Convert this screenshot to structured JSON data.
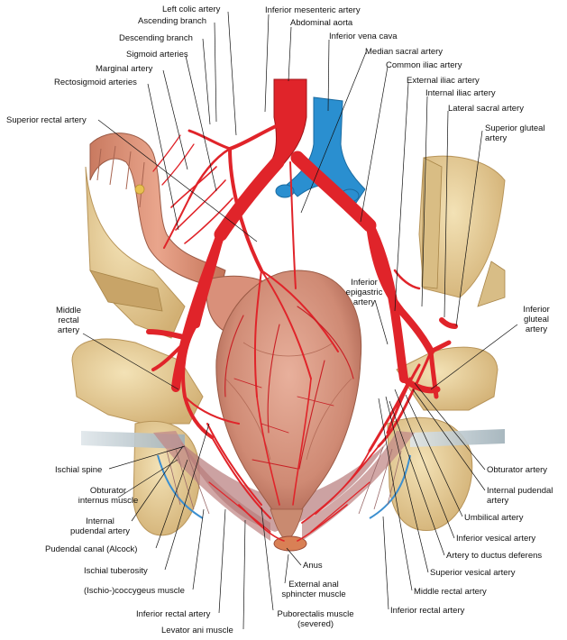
{
  "labels": {
    "left_colic_artery": "Left colic artery",
    "ascending_branch": "Ascending branch",
    "descending_branch": "Descending branch",
    "sigmoid_arteries": "Sigmoid arteries",
    "marginal_artery": "Marginal artery",
    "rectosigmoid_arteries": "Rectosigmoid arteries",
    "superior_rectal_artery": "Superior rectal artery",
    "inferior_mesenteric_artery": "Inferior mesenteric artery",
    "abdominal_aorta": "Abdominal aorta",
    "inferior_vena_cava": "Inferior vena cava",
    "median_sacral_artery": "Median sacral artery",
    "common_iliac_artery": "Common iliac artery",
    "external_iliac_artery": "External iliac artery",
    "internal_iliac_artery": "Internal iliac artery",
    "lateral_sacral_artery": "Lateral sacral artery",
    "superior_gluteal_artery": "Superior gluteal\nartery",
    "inferior_epigastric_artery": "Inferior\nepigastric\nartery",
    "middle_rectal_artery_left": "Middle\nrectal\nartery",
    "inferior_gluteal_artery": "Inferior\ngluteal\nartery",
    "ischial_spine": "Ischial spine",
    "obturator_internus_muscle": "Obturator\ninternus muscle",
    "internal_pudendal_artery_left": "Internal\npudendal artery",
    "pudendal_canal": "Pudendal canal (Alcock)",
    "ischial_tuberosity": "Ischial tuberosity",
    "coccygeus_muscle": "(Ischio-)coccygeus muscle",
    "inferior_rectal_artery_left": "Inferior rectal artery",
    "levator_ani_muscle": "Levator ani muscle",
    "anus": "Anus",
    "external_anal_sphincter": "External anal\nsphincter muscle",
    "puborectalis_muscle": "Puborectalis muscle\n(severed)",
    "obturator_artery": "Obturator artery",
    "internal_pudendal_artery_right": "Internal pudendal\nartery",
    "umbilical_artery": "Umbilical artery",
    "inferior_vesical_artery": "Inferior vesical artery",
    "artery_to_ductus_deferens": "Artery to ductus deferens",
    "superior_vesical_artery": "Superior vesical artery",
    "middle_rectal_artery_right": "Middle rectal artery",
    "inferior_rectal_artery_right": "Inferior rectal artery"
  },
  "colors": {
    "artery": "#e0242a",
    "artery_dark": "#b5151b",
    "vein": "#2a8fd0",
    "bone": "#e8cf9a",
    "bone_shade": "#c9a867",
    "colon": "#d98a6e",
    "rectum": "#d4907a",
    "muscle": "#c98a84",
    "ligament": "#b9c6cc",
    "leader": "#111111"
  }
}
